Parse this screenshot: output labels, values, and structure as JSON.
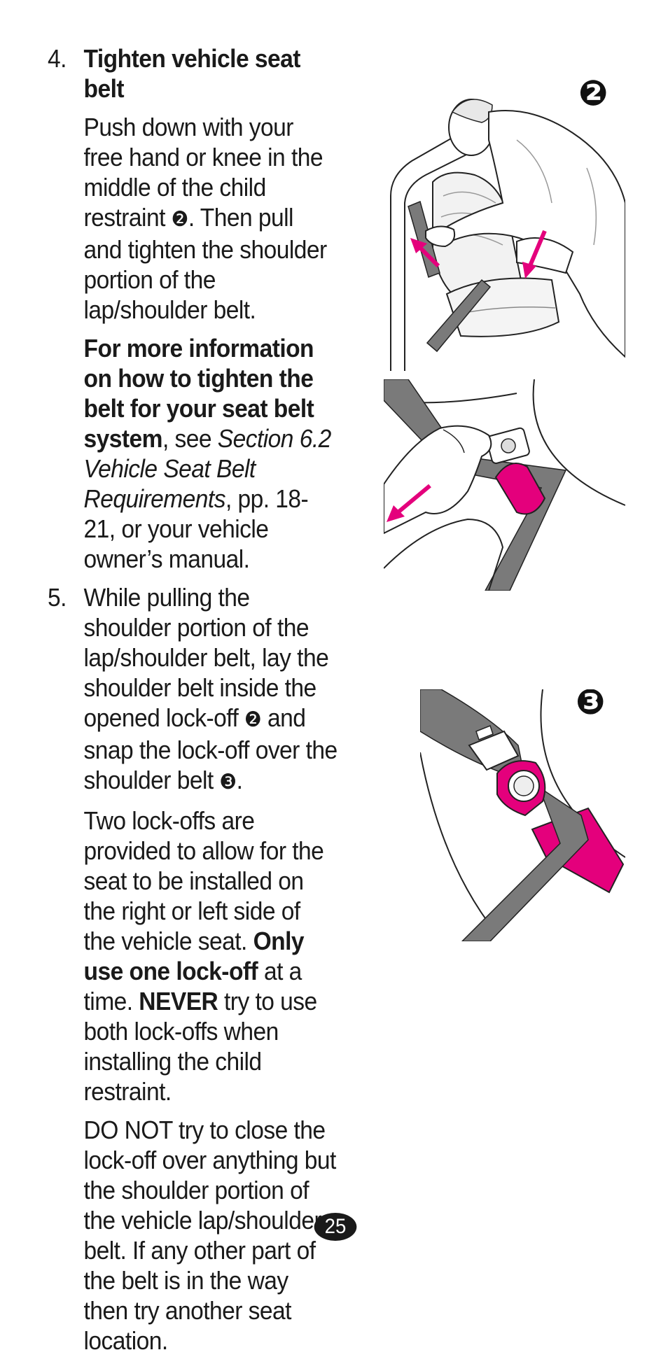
{
  "step4": {
    "number": "4.",
    "title": "Tighten vehicle seat belt",
    "p1_part1": "Push down with your free hand or knee in the middle of the child restraint ",
    "p1_ref": "❷",
    "p1_part2": ". Then pull and tighten the shoulder portion of the lap/shoulder belt.",
    "p2_bold": "For more information on how to tighten the belt for your seat belt system",
    "p2_text1": ", see ",
    "p2_italic": "Section 6.2 Vehicle Seat Belt Requirements",
    "p2_text2": ", pp. 18-21, or your vehicle owner’s manual."
  },
  "step5": {
    "number": "5.",
    "p1_part1": "While pulling the shoulder portion of the lap/shoulder belt, lay the shoulder belt inside the opened lock-off ",
    "p1_ref1": "❷",
    "p1_part2": " and snap the lock-off over the shoulder belt ",
    "p1_ref2": "❸",
    "p1_part3": ".",
    "p2_text1": "Two lock-offs are provided to allow for the seat to be installed on the right or left side of the vehicle seat. ",
    "p2_bold1": "Only use one lock-off",
    "p2_text2": " at a time. ",
    "p2_bold2": "NEVER",
    "p2_text3": " try to use both lock-offs when installing the child restraint.",
    "p3": "DO NOT try to close the lock-off over anything but the shoulder portion of the vehicle lap/shoulder belt. If any other part of the belt is in the way then try another seat location."
  },
  "figures": {
    "fig2_badge": "❷",
    "fig3_badge": "❸",
    "accent_color": "#e4007c",
    "belt_color": "#7a7a7a"
  },
  "page_number": "25"
}
